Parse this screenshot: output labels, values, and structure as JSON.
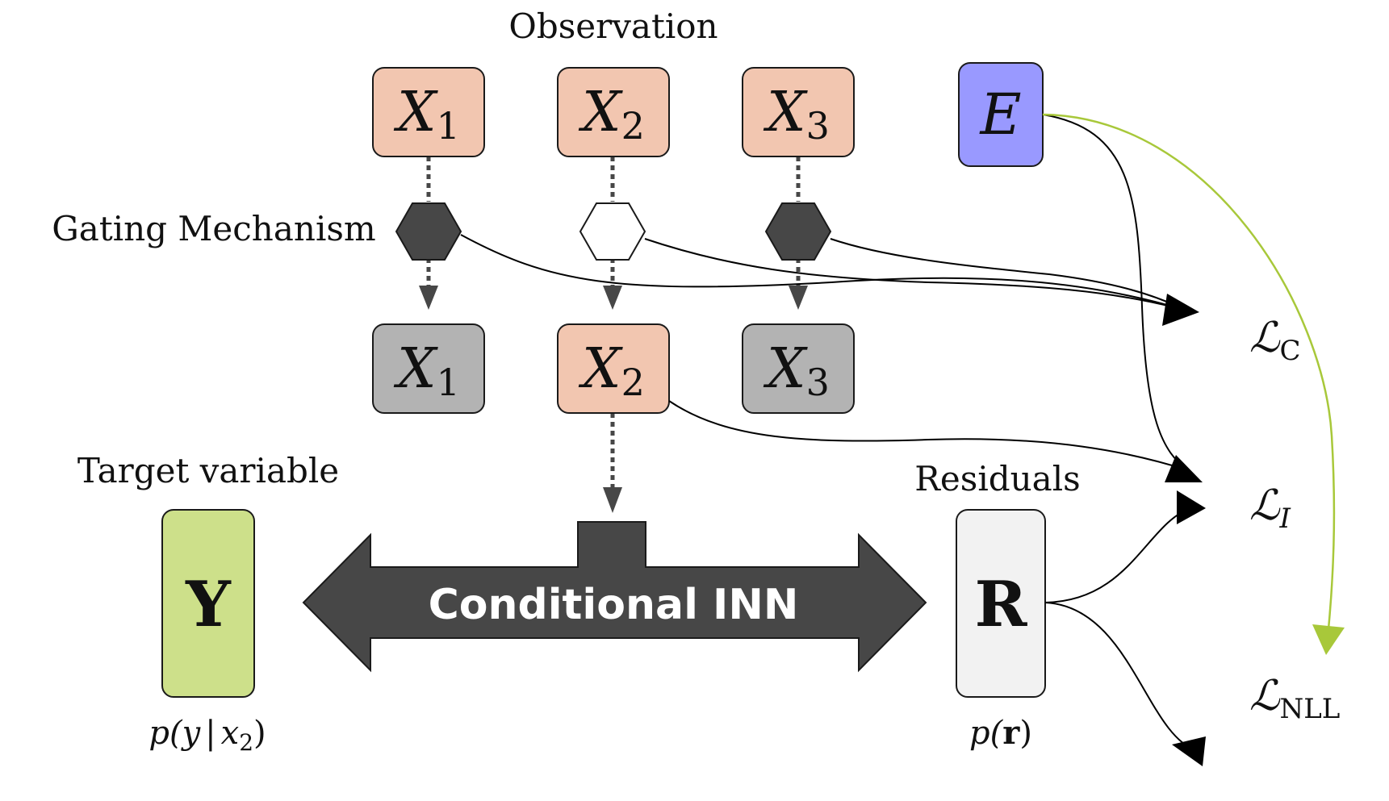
{
  "labels": {
    "observation": "Observation",
    "gating": "Gating Mechanism",
    "target": "Target variable",
    "residuals": "Residuals",
    "inn": "Conditional INN"
  },
  "nodes": {
    "obs": [
      {
        "var": "X",
        "sub": "1"
      },
      {
        "var": "X",
        "sub": "2"
      },
      {
        "var": "X",
        "sub": "3"
      }
    ],
    "gated": [
      {
        "var": "X",
        "sub": "1",
        "state": "blocked"
      },
      {
        "var": "X",
        "sub": "2",
        "state": "passed"
      },
      {
        "var": "X",
        "sub": "3",
        "state": "blocked"
      }
    ],
    "gates": [
      "closed",
      "open",
      "closed"
    ],
    "env": "E",
    "y": "Y",
    "r": "R"
  },
  "distributions": {
    "y_p": "p(",
    "y_var": "y",
    "y_bar": "|",
    "y_x": "x",
    "y_sub": "2",
    "y_close": ")",
    "r_p": "p(",
    "r_var": "r",
    "r_close": ")"
  },
  "losses": {
    "c": {
      "sym": "ℒ",
      "sub": "C"
    },
    "i": {
      "sym": "ℒ",
      "sub": "I"
    },
    "nll": {
      "sym": "ℒ",
      "sub": "NLL"
    }
  },
  "colors": {
    "observed": "#f2c6b0",
    "masked": "#b3b3b3",
    "env": "#9999ff",
    "target": "#cde08a",
    "residual": "#f2f2f2",
    "dark": "#474747",
    "green_arrow": "#a8c83a"
  }
}
